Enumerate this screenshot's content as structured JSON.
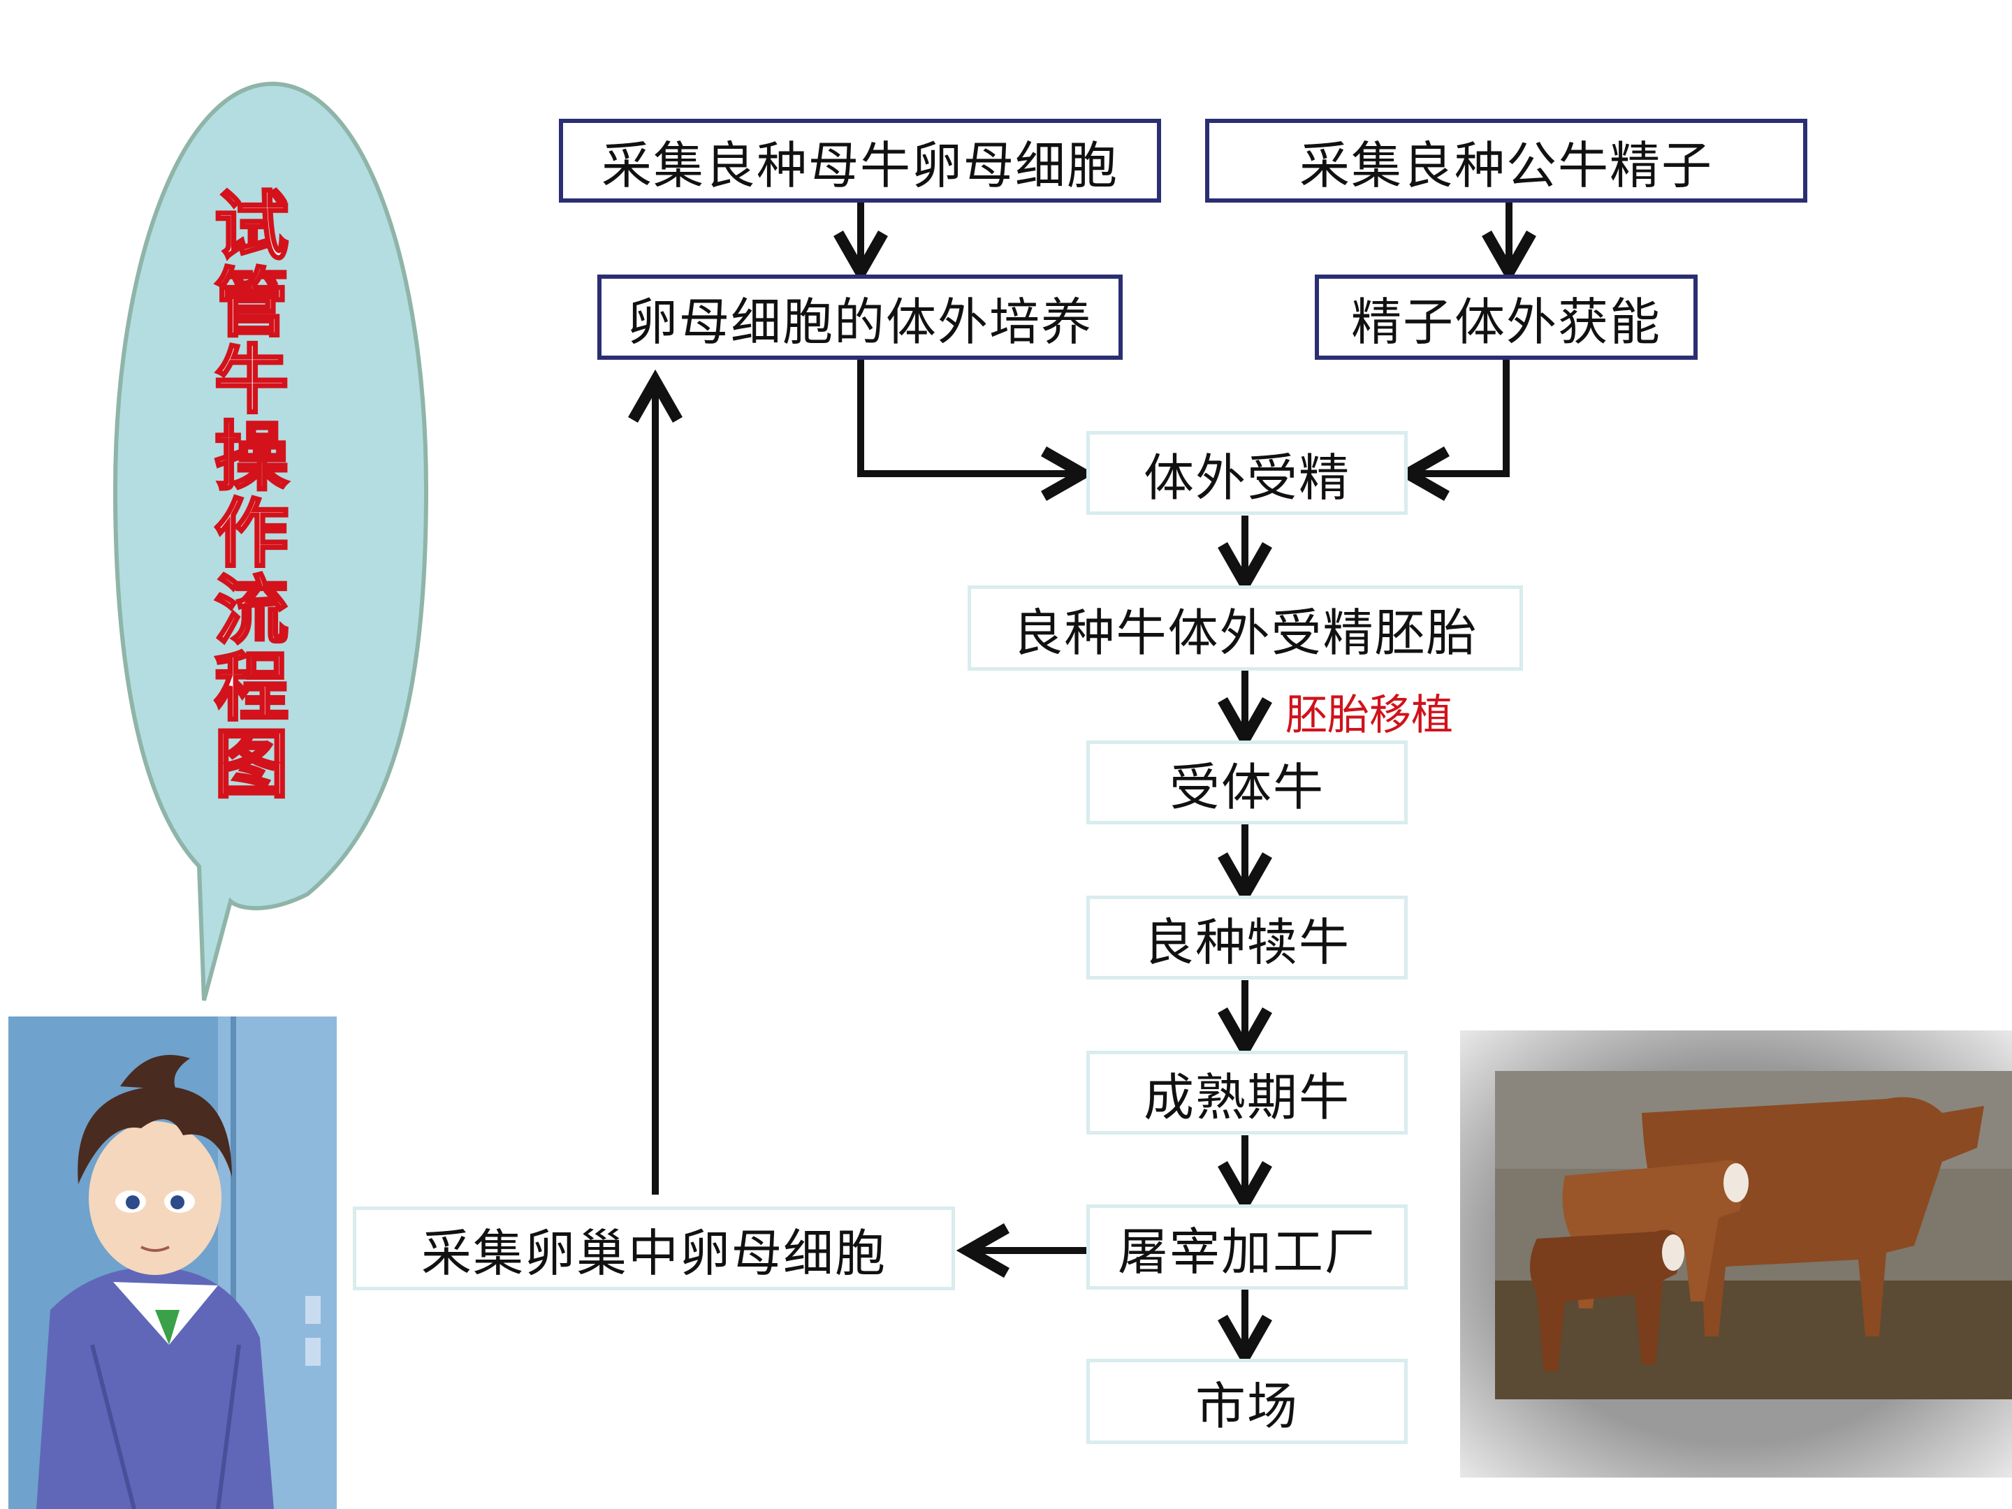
{
  "title_chars": [
    "试",
    "管",
    "牛",
    "操",
    "作",
    "流",
    "程",
    "图"
  ],
  "nodes": {
    "collect_egg": "采集良种母牛卵母细胞",
    "collect_sperm": "采集良种公牛精子",
    "egg_culture": "卵母细胞的体外培养",
    "sperm_capacitation": "精子体外获能",
    "ivf": "体外受精",
    "embryo": "良种牛体外受精胚胎",
    "recipient": "受体牛",
    "calf": "良种犊牛",
    "mature": "成熟期牛",
    "slaughter": "屠宰加工厂",
    "ovary_egg": "采集卵巢中卵母细胞",
    "market": "市场"
  },
  "edge_labels": {
    "embryo_transfer": "胚胎移植"
  },
  "colors": {
    "dark_border": "#2b2e72",
    "light_border": "#d9ecee",
    "bubble_fill": "#b3dde1",
    "bubble_stroke": "#8fb4a8",
    "title_stroke": "#d3121b",
    "label_red": "#d0121b",
    "arrow": "#111111"
  }
}
